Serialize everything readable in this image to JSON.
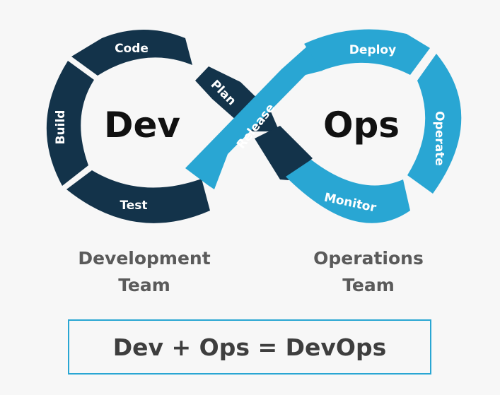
{
  "colors": {
    "dev_dark": "#13334a",
    "ops_blue": "#29a6d3",
    "text_dark": "#111111",
    "team_gray": "#5a5a5a",
    "box_border": "#29a6d3"
  },
  "dev_loop": {
    "center": "Dev",
    "stages": {
      "code": "Code",
      "build": "Build",
      "test": "Test",
      "plan": "Plan"
    }
  },
  "ops_loop": {
    "center": "Ops",
    "stages": {
      "deploy": "Deploy",
      "operate": "Operate",
      "monitor": "Monitor",
      "release": "Release"
    }
  },
  "teams": {
    "dev_line1": "Development",
    "dev_line2": "Team",
    "ops_line1": "Operations",
    "ops_line2": "Team"
  },
  "formula": "Dev + Ops = DevOps"
}
